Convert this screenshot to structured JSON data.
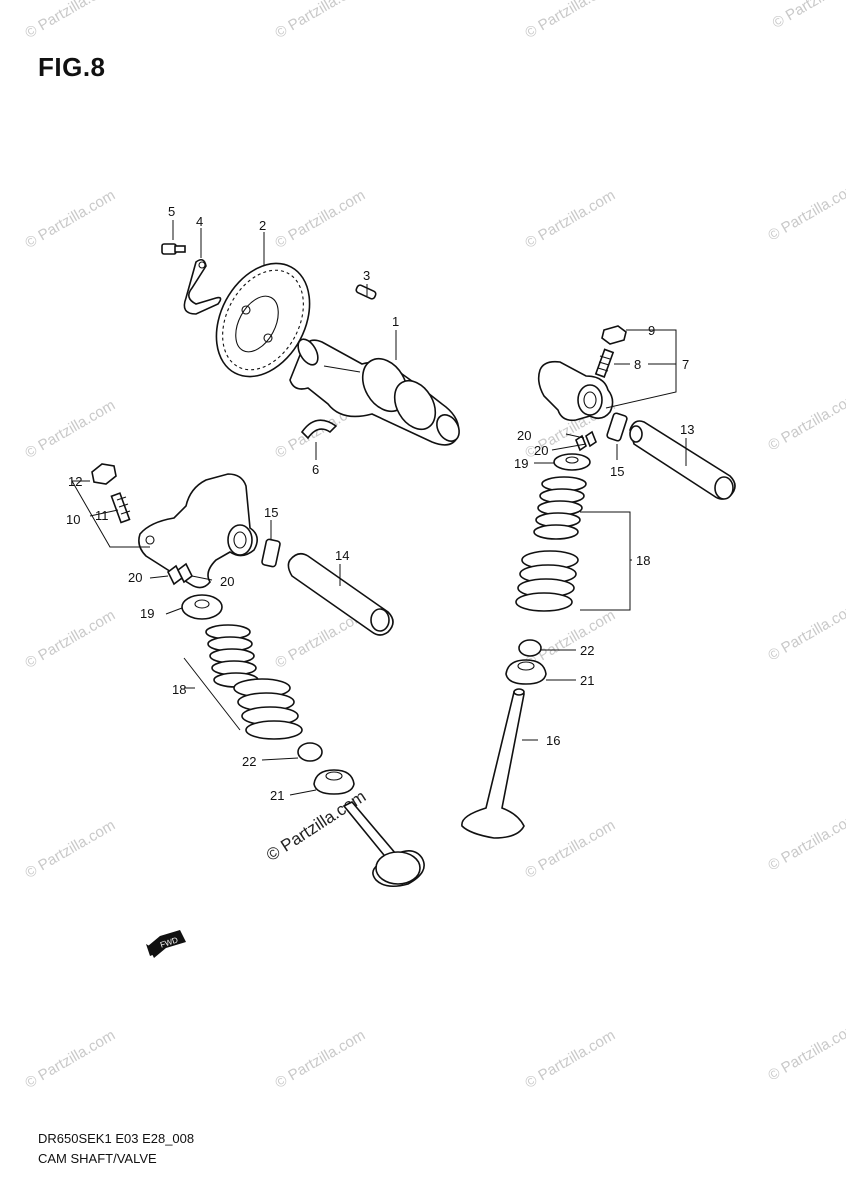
{
  "figure": {
    "title": "FIG.8",
    "code": "DR650SEK1 E03 E28_008",
    "name": "CAM SHAFT/VALVE"
  },
  "watermark": {
    "text": "© Partzilla.com",
    "color": "#c9c9c9"
  },
  "fwd_badge": "FWD",
  "callouts": [
    {
      "id": "c1",
      "label": "1"
    },
    {
      "id": "c2",
      "label": "2"
    },
    {
      "id": "c3",
      "label": "3"
    },
    {
      "id": "c4",
      "label": "4"
    },
    {
      "id": "c5",
      "label": "5"
    },
    {
      "id": "c6",
      "label": "6"
    },
    {
      "id": "c7",
      "label": "7"
    },
    {
      "id": "c8",
      "label": "8"
    },
    {
      "id": "c9",
      "label": "9"
    },
    {
      "id": "c10",
      "label": "10"
    },
    {
      "id": "c11",
      "label": "11"
    },
    {
      "id": "c12",
      "label": "12"
    },
    {
      "id": "c13",
      "label": "13"
    },
    {
      "id": "c14",
      "label": "14"
    },
    {
      "id": "c15a",
      "label": "15"
    },
    {
      "id": "c15b",
      "label": "15"
    },
    {
      "id": "c16",
      "label": "16"
    },
    {
      "id": "c18a",
      "label": "18"
    },
    {
      "id": "c18b",
      "label": "18"
    },
    {
      "id": "c19a",
      "label": "19"
    },
    {
      "id": "c19b",
      "label": "19"
    },
    {
      "id": "c20a",
      "label": "20"
    },
    {
      "id": "c20b",
      "label": "20"
    },
    {
      "id": "c20c",
      "label": "20"
    },
    {
      "id": "c20d",
      "label": "20"
    },
    {
      "id": "c21a",
      "label": "21"
    },
    {
      "id": "c21b",
      "label": "21"
    },
    {
      "id": "c22a",
      "label": "22"
    },
    {
      "id": "c22b",
      "label": "22"
    }
  ]
}
